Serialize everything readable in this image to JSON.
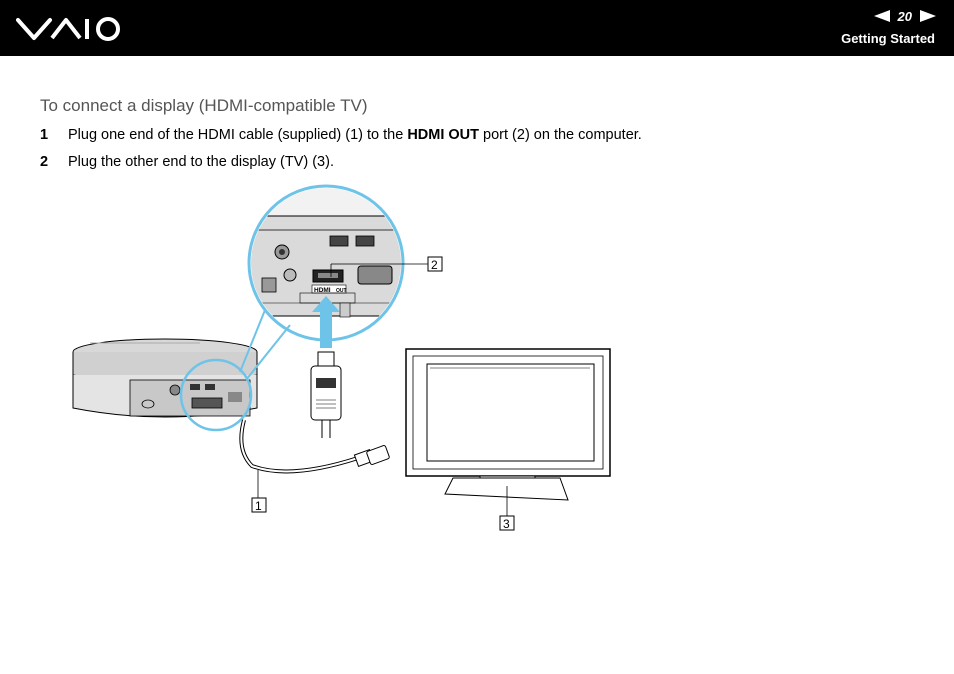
{
  "header": {
    "brand": "VAIO",
    "page_number": "20",
    "section": "Getting Started"
  },
  "content": {
    "title": "To connect a display (HDMI-compatible TV)",
    "steps": [
      {
        "number": "1",
        "text_before": "Plug one end of the HDMI cable (supplied) (1) to the ",
        "bold": "HDMI OUT",
        "text_after": " port (2) on the computer."
      },
      {
        "number": "2",
        "text_before": "Plug the other end to the display (TV) (3).",
        "bold": "",
        "text_after": ""
      }
    ]
  },
  "figure": {
    "callouts": [
      "1",
      "2",
      "3"
    ],
    "port_label": "HDMI",
    "port_suffix": "OUT"
  }
}
